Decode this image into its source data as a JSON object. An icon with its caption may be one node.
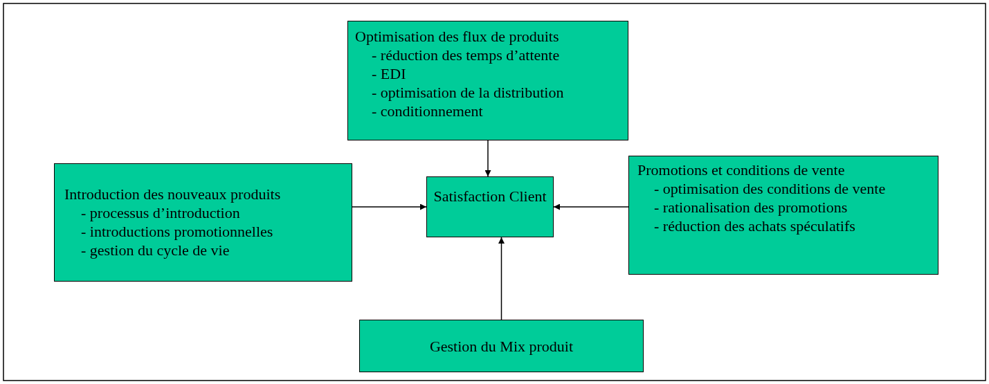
{
  "diagram": {
    "nodes": [
      {
        "text": [
          "Optimisation des flux de produits",
          "- réduction des temps d’attente",
          "- EDI",
          "- optimisation de la distribution",
          "- conditionnement"
        ]
      },
      {
        "text": [
          "Introduction des nouveaux produits",
          "- processus d’introduction",
          "- introductions promotionnelles",
          "- gestion du cycle de vie"
        ]
      },
      {
        "text": [
          "Satisfaction Client"
        ]
      },
      {
        "text": [
          "Promotions et conditions de vente",
          "- optimisation des conditions de vente",
          "- rationalisation des promotions",
          "- réduction des achats spéculatifs"
        ]
      },
      {
        "text": [
          "Gestion du Mix produit"
        ]
      }
    ],
    "edges": [
      {
        "from": 0,
        "to": 2,
        "arrow": "to"
      },
      {
        "from": 1,
        "to": 2,
        "arrow": "to"
      },
      {
        "from": 3,
        "to": 2,
        "arrow": "to"
      },
      {
        "from": 4,
        "to": 2,
        "arrow": "to"
      }
    ]
  }
}
